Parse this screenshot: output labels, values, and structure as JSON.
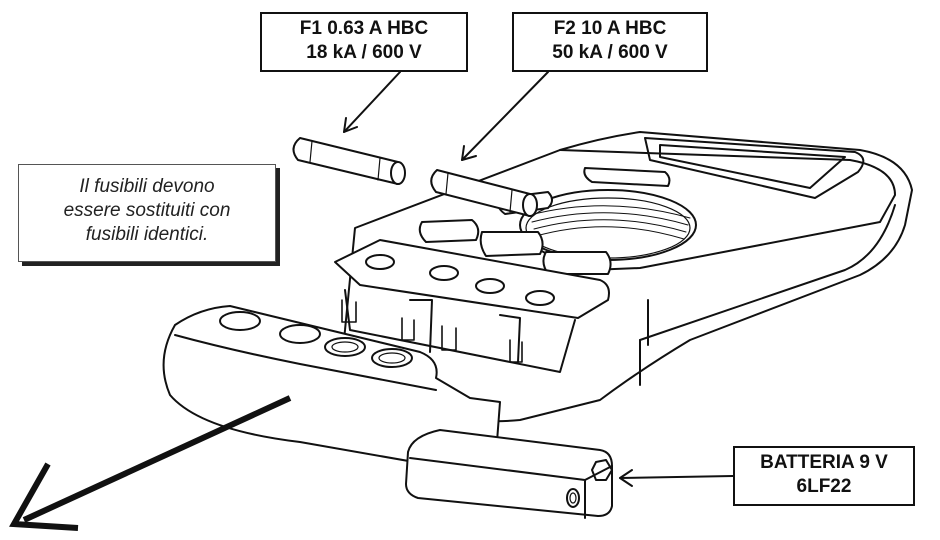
{
  "labels": {
    "fuse1": {
      "line1": "F1  0.63 A HBC",
      "line2": "18 kA / 600 V"
    },
    "fuse2": {
      "line1": "F2  10 A HBC",
      "line2": "50 kA / 600 V"
    },
    "battery": {
      "line1": "BATTERIA 9 V",
      "line2": "6LF22"
    }
  },
  "note": {
    "line1": "Il fusibili devono",
    "line2": "essere sostituiti con",
    "line3": "fusibili identici."
  },
  "colors": {
    "ink": "#111111",
    "paper": "#ffffff"
  }
}
